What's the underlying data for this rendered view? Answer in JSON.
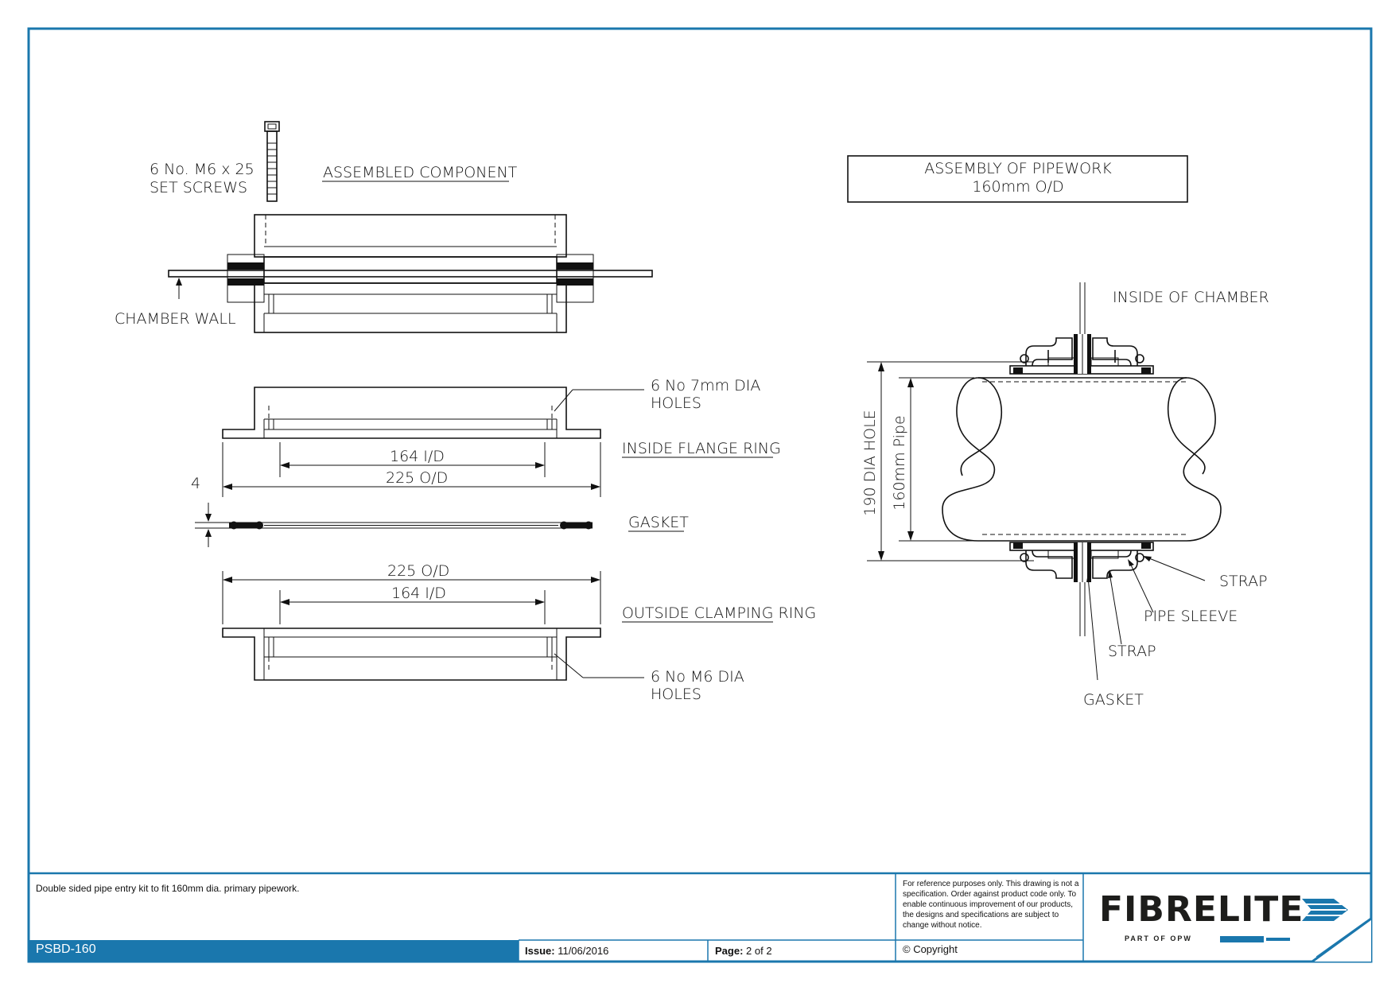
{
  "labels": {
    "set_screws_1": "6 No. M6 x 25",
    "set_screws_2": "SET SCREWS",
    "assembled_component": "ASSEMBLED COMPONENT",
    "chamber_wall": "CHAMBER WALL",
    "holes_7mm_1": "6 No 7mm DIA",
    "holes_7mm_2": "HOLES",
    "inside_flange_ring": "INSIDE FLANGE RING",
    "dim_164_id_top": "164 I/D",
    "dim_225_od_top": "225 O/D",
    "dim_4": "4",
    "gasket_left": "GASKET",
    "dim_225_od_bottom": "225 O/D",
    "dim_164_id_bottom": "164 I/D",
    "outside_clamping_ring": "OUTSIDE CLAMPING RING",
    "holes_m6_1": "6 No M6 DIA",
    "holes_m6_2": "HOLES",
    "assembly_title_1": "ASSEMBLY OF PIPEWORK",
    "assembly_title_2": "160mm O/D",
    "inside_of_chamber": "INSIDE OF CHAMBER",
    "dia_hole_190": "190 DIA HOLE",
    "pipe_160": "160mm Pipe",
    "strap_1": "STRAP",
    "pipe_sleeve": "PIPE SLEEVE",
    "strap_2": "STRAP",
    "gasket_right": "GASKET"
  },
  "title_block": {
    "description": "Double sided pipe entry kit to fit 160mm dia. primary pipework.",
    "note": "For reference purposes only. This drawing is not a specification. Order against product code only.  To enable continuous improvement of our products, the designs and specifications are subject to change without notice.",
    "code": "PSBD-160",
    "issue_label": "Issue:",
    "issue_value": "11/06/2016",
    "page_label": "Page:",
    "page_value": "2 of 2",
    "copyright": "© Copyright",
    "logo_text": "FIBRELITE",
    "logo_sub": "PART OF OPW"
  },
  "colors": {
    "frame": "#1a77ad",
    "ink": "#111111"
  }
}
